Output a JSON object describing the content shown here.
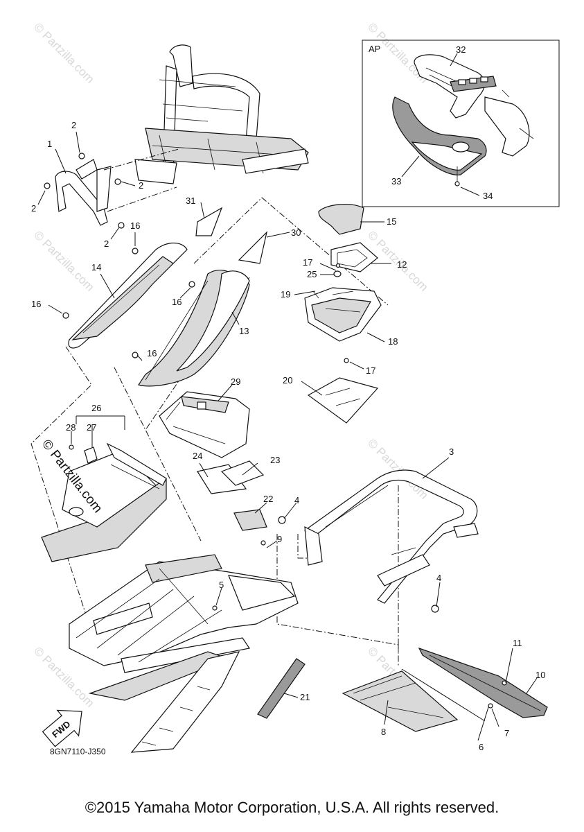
{
  "inset": {
    "label": "AP"
  },
  "callouts": [
    {
      "id": "c1",
      "text": "1"
    },
    {
      "id": "c2a",
      "text": "2"
    },
    {
      "id": "c2b",
      "text": "2"
    },
    {
      "id": "c2c",
      "text": "2"
    },
    {
      "id": "c2d",
      "text": "2"
    },
    {
      "id": "c3",
      "text": "3"
    },
    {
      "id": "c4a",
      "text": "4"
    },
    {
      "id": "c4b",
      "text": "4"
    },
    {
      "id": "c5",
      "text": "5"
    },
    {
      "id": "c6",
      "text": "6"
    },
    {
      "id": "c7",
      "text": "7"
    },
    {
      "id": "c8",
      "text": "8"
    },
    {
      "id": "c9",
      "text": "9"
    },
    {
      "id": "c10",
      "text": "10"
    },
    {
      "id": "c11",
      "text": "11"
    },
    {
      "id": "c12",
      "text": "12"
    },
    {
      "id": "c13",
      "text": "13"
    },
    {
      "id": "c14",
      "text": "14"
    },
    {
      "id": "c15",
      "text": "15"
    },
    {
      "id": "c16a",
      "text": "16"
    },
    {
      "id": "c16b",
      "text": "16"
    },
    {
      "id": "c16c",
      "text": "16"
    },
    {
      "id": "c16d",
      "text": "16"
    },
    {
      "id": "c17a",
      "text": "17"
    },
    {
      "id": "c17b",
      "text": "17"
    },
    {
      "id": "c18",
      "text": "18"
    },
    {
      "id": "c19",
      "text": "19"
    },
    {
      "id": "c20",
      "text": "20"
    },
    {
      "id": "c21",
      "text": "21"
    },
    {
      "id": "c22",
      "text": "22"
    },
    {
      "id": "c23",
      "text": "23"
    },
    {
      "id": "c24",
      "text": "24"
    },
    {
      "id": "c25",
      "text": "25"
    },
    {
      "id": "c26",
      "text": "26"
    },
    {
      "id": "c27",
      "text": "27"
    },
    {
      "id": "c28",
      "text": "28"
    },
    {
      "id": "c29",
      "text": "29"
    },
    {
      "id": "c30",
      "text": "30"
    },
    {
      "id": "c31",
      "text": "31"
    },
    {
      "id": "c32",
      "text": "32"
    },
    {
      "id": "c33",
      "text": "33"
    },
    {
      "id": "c34",
      "text": "34"
    }
  ],
  "fwd_label": "FWD",
  "diagram_code": "8GN7110-J350",
  "watermark": "© Partzilla.com",
  "copyright": "©2015 Yamaha Motor Corporation, U.S.A. All rights reserved."
}
